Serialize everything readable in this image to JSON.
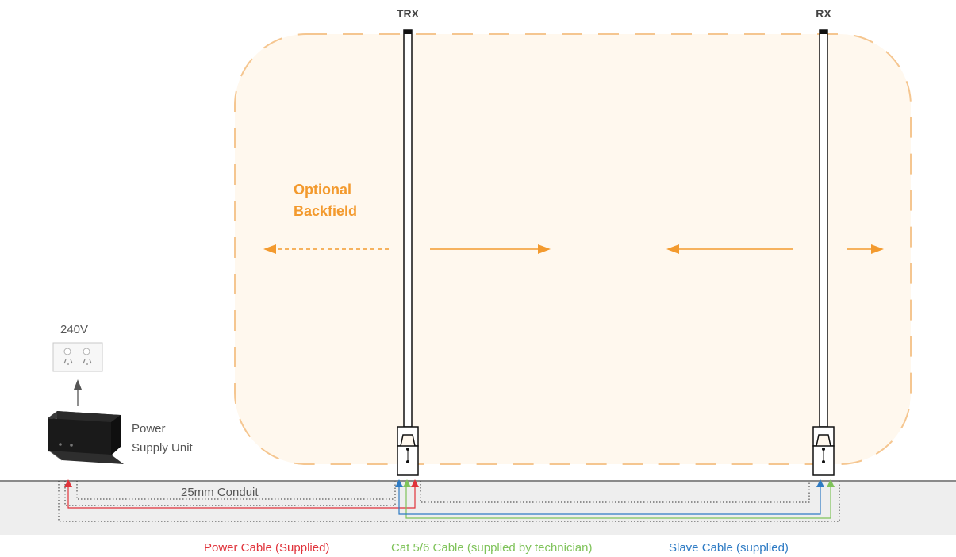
{
  "labels": {
    "trx": "TRX",
    "rx": "RX",
    "optional_line1": "Optional",
    "optional_line2": "Backfield",
    "voltage": "240V",
    "psu_line1": "Power",
    "psu_line2": "Supply Unit",
    "conduit": "25mm Conduit"
  },
  "legend": [
    {
      "label": "Power Cable (Supplied)",
      "color": "#e0333b"
    },
    {
      "label": "Cat 5/6 Cable (supplied by technician)",
      "color": "#7fc35a"
    },
    {
      "label": "Slave Cable (supplied)",
      "color": "#2e7bc4"
    }
  ],
  "colors": {
    "zone_fill": "#fff8ee",
    "zone_border": "#f5c690",
    "arrow": "#f39a2e",
    "ground": "#eeeeee"
  }
}
